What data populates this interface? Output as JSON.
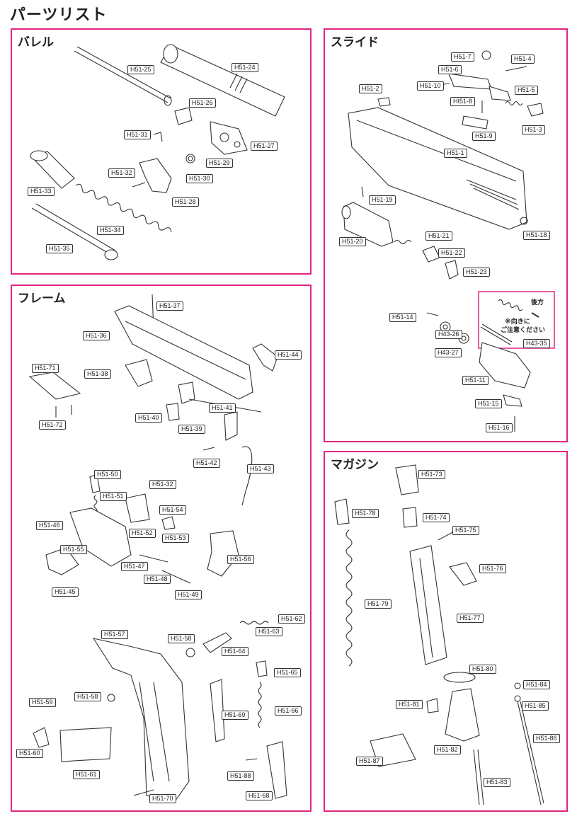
{
  "page_title": "パーツリスト",
  "accent_color": "#e2257e",
  "sections": {
    "barrel": {
      "title": "バレル",
      "parts": [
        "H51-25",
        "H51-24",
        "H51-26",
        "H51-31",
        "H51-27",
        "H51-32",
        "H51-29",
        "H51-30",
        "H51-33",
        "H51-28",
        "H51-34",
        "H51-35"
      ]
    },
    "slide": {
      "title": "スライド",
      "parts": [
        "H51-7",
        "H51-4",
        "H51-6",
        "H51-10",
        "H51-2",
        "H51-5",
        "HI51-8",
        "H51-3",
        "H51-9",
        "H51-1",
        "H51-19",
        "H51-18",
        "H51-21",
        "H51-20",
        "H51-22",
        "H51-23",
        "H51-14",
        "H43-26",
        "H43-27",
        "H43-35",
        "H51-11",
        "H51-15",
        "H51-16"
      ],
      "note": {
        "direction": "後方",
        "caution_line1": "※向きに",
        "caution_line2": "ご注意ください"
      }
    },
    "frame": {
      "title": "フレーム",
      "parts": [
        "H51-37",
        "H51-36",
        "H51-44",
        "H51-71",
        "H51-38",
        "H51-41",
        "H51-40",
        "H51-39",
        "H51-72",
        "H51-42",
        "H51-43",
        "H51-50",
        "H51-32",
        "H51-51",
        "H51-54",
        "H51-46",
        "H51-52",
        "H51-53",
        "H51-55",
        "H51-56",
        "H51-47",
        "H51-48",
        "H51-45",
        "H51-49",
        "H51-62",
        "H51-63",
        "H51-57",
        "H51-58",
        "H51-64",
        "H51-65",
        "H51-59",
        "H51-58",
        "H51-69",
        "H51-66",
        "H51-60",
        "H51-61",
        "H51-88",
        "H51-70",
        "H51-68"
      ]
    },
    "magazine": {
      "title": "マガジン",
      "parts": [
        "H51-73",
        "H51-78",
        "H51-74",
        "H51-75",
        "H51-76",
        "H51-79",
        "H51-77",
        "H51-80",
        "H51-84",
        "H51-81",
        "H51-85",
        "H51-86",
        "H51-87",
        "H51-82",
        "H51-83"
      ]
    }
  }
}
